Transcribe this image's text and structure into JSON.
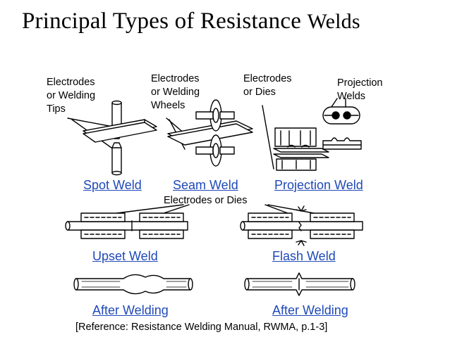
{
  "title": {
    "main": "Principal Types of Resistance",
    "suffix": "Welds"
  },
  "labels": {
    "spot_electrodes": "Electrodes\nor Welding\nTips",
    "seam_electrodes": "Electrodes\nor Welding\nWheels",
    "projection_electrodes": "Electrodes\nor Dies",
    "projection_welds": "Projection\nWelds",
    "dies": "Electrodes or Dies"
  },
  "links": {
    "spot_weld": "Spot Weld",
    "seam_weld": "Seam Weld",
    "projection_weld": "Projection Weld",
    "upset_weld": "Upset Weld",
    "flash_weld": "Flash Weld",
    "after_welding_upset": "After Welding",
    "after_welding_flash": "After Welding"
  },
  "reference": "[Reference:  Resistance Welding Manual, RWMA, p.1-3]",
  "colors": {
    "link": "#1f49b8",
    "text": "#000000"
  }
}
